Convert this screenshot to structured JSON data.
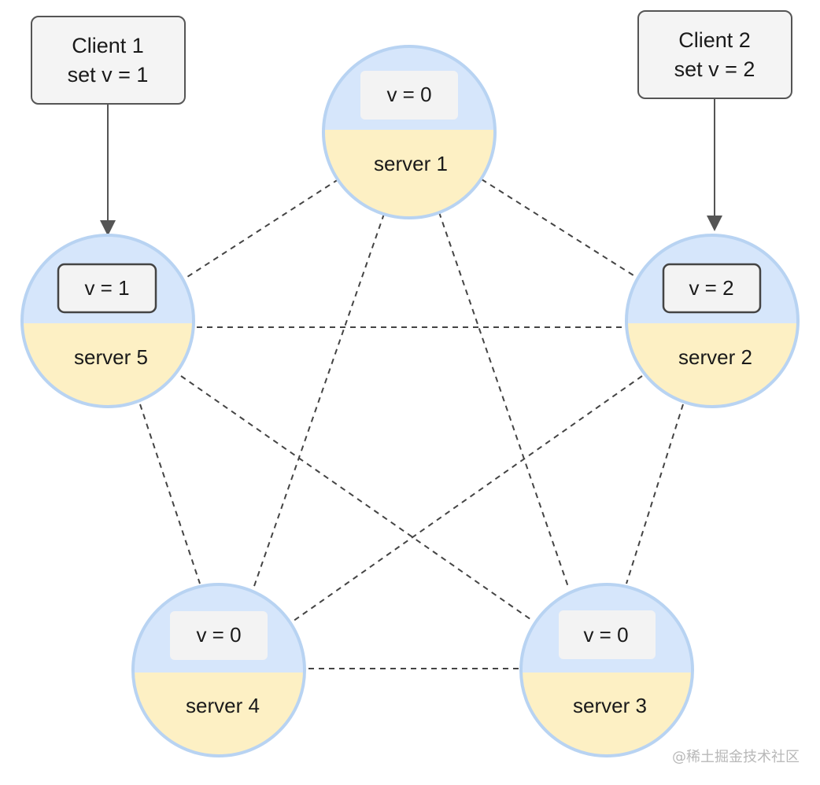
{
  "diagram": {
    "clients": [
      {
        "line1": "Client 1",
        "line2": "set v = 1"
      },
      {
        "line1": "Client 2",
        "line2": "set v = 2"
      }
    ],
    "servers": [
      {
        "label": "server 1",
        "value": "v = 0"
      },
      {
        "label": "server 2",
        "value": "v = 2"
      },
      {
        "label": "server 3",
        "value": "v = 0"
      },
      {
        "label": "server 4",
        "value": "v = 0"
      },
      {
        "label": "server 5",
        "value": "v = 1"
      }
    ],
    "watermark": "@稀土掘金技术社区"
  },
  "colors": {
    "circle_top": "#d6e6fb",
    "circle_bottom": "#fdf0c4",
    "circle_border": "#b8d3f2",
    "value_box": "#f3f3f3",
    "value_box_highlight_border": "#444444",
    "client_box_fill": "#f4f4f4",
    "client_box_border": "#555555",
    "dashed_line": "#444444",
    "arrow": "#555555"
  }
}
